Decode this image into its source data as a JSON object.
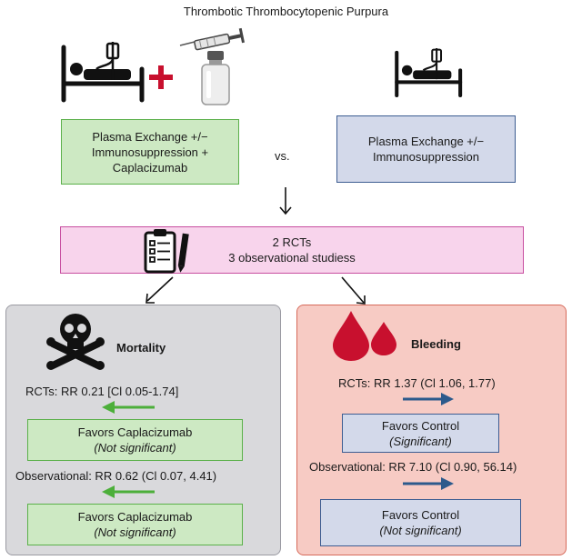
{
  "title": "Thrombotic Thrombocytopenic Purpura",
  "intervention": {
    "line1": "Plasma Exchange +/−",
    "line2": "Immunosuppression +",
    "line3": "Caplacizumab"
  },
  "vs_label": "vs.",
  "control": {
    "line1": "Plasma Exchange +/−",
    "line2": "Immunosuppression"
  },
  "studies": {
    "line1": "2 RCTs",
    "line2": "3 observational studiess"
  },
  "mortality": {
    "heading": "Mortality",
    "rct_result": "RCTs: RR 0.21 [Cl 0.05-1.74]",
    "rct_favor": "Favors Caplacizumab",
    "rct_sig": "(Not significant)",
    "obs_result": "Observational: RR 0.62 (Cl 0.07, 4.41)",
    "obs_favor": "Favors Caplacizumab",
    "obs_sig": "(Not significant)"
  },
  "bleeding": {
    "heading": "Bleeding",
    "rct_result": "RCTs: RR 1.37 (Cl 1.06, 1.77)",
    "rct_favor": "Favors Control",
    "rct_sig": "(Significant)",
    "obs_result": "Observational: RR 7.10 (Cl 0.90, 56.14)",
    "obs_favor": "Favors Control",
    "obs_sig": "(Not significant)"
  },
  "colors": {
    "green_fill": "#cde9c3",
    "green_border": "#5bb04a",
    "green_arrow": "#4caf3a",
    "blue_fill": "#d3d9ea",
    "blue_border": "#3d5d92",
    "blue_arrow": "#2c5a8c",
    "pink_fill": "#f8d4ec",
    "pink_border": "#c84ea0",
    "grey_panel": "#d9d9dc",
    "red_panel": "#f7cbc4",
    "red_panel_border": "#d66b5b",
    "plus_red": "#c8102e",
    "blood_red": "#c8102e"
  },
  "icons": [
    "patient-bed-icon",
    "plus-icon",
    "syringe-icon",
    "vial-icon",
    "clipboard-icon",
    "skull-crossbones-icon",
    "blood-drops-icon"
  ]
}
